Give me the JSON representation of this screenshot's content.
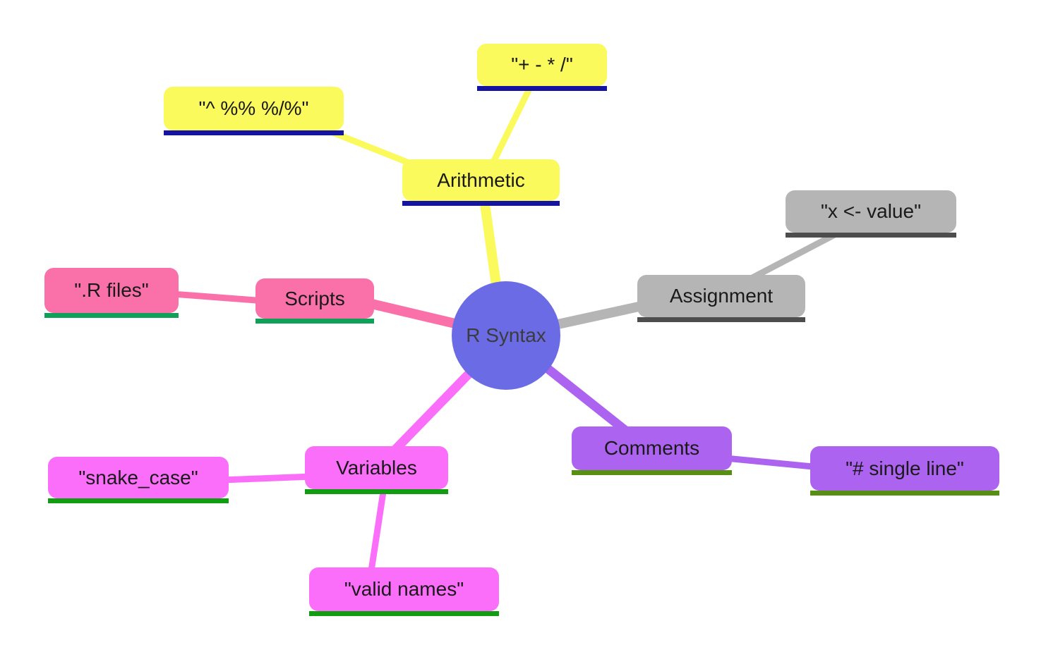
{
  "center": {
    "label": "R Syntax",
    "fill": "#6B6BE6",
    "text_color": "#3C3C3C"
  },
  "branches": [
    {
      "id": "arithmetic",
      "label": "Arithmetic",
      "fill": "#FAFA5C",
      "underline": "#1414A0",
      "children": [
        {
          "label": "\"+ - * /\""
        },
        {
          "label": "\"^ %% %/%\""
        }
      ]
    },
    {
      "id": "assignment",
      "label": "Assignment",
      "fill": "#B5B5B5",
      "underline": "#4D4D4D",
      "children": [
        {
          "label": "\"x <- value\""
        }
      ]
    },
    {
      "id": "comments",
      "label": "Comments",
      "fill": "#AC63F0",
      "underline": "#568F12",
      "children": [
        {
          "label": "\"# single line\""
        }
      ]
    },
    {
      "id": "variables",
      "label": "Variables",
      "fill": "#FA6EFA",
      "underline": "#119C11",
      "children": [
        {
          "label": "\"snake_case\""
        },
        {
          "label": "\"valid names\""
        }
      ]
    },
    {
      "id": "scripts",
      "label": "Scripts",
      "fill": "#FA71AA",
      "underline": "#11A05A",
      "children": [
        {
          "label": "\".R files\""
        }
      ]
    }
  ]
}
